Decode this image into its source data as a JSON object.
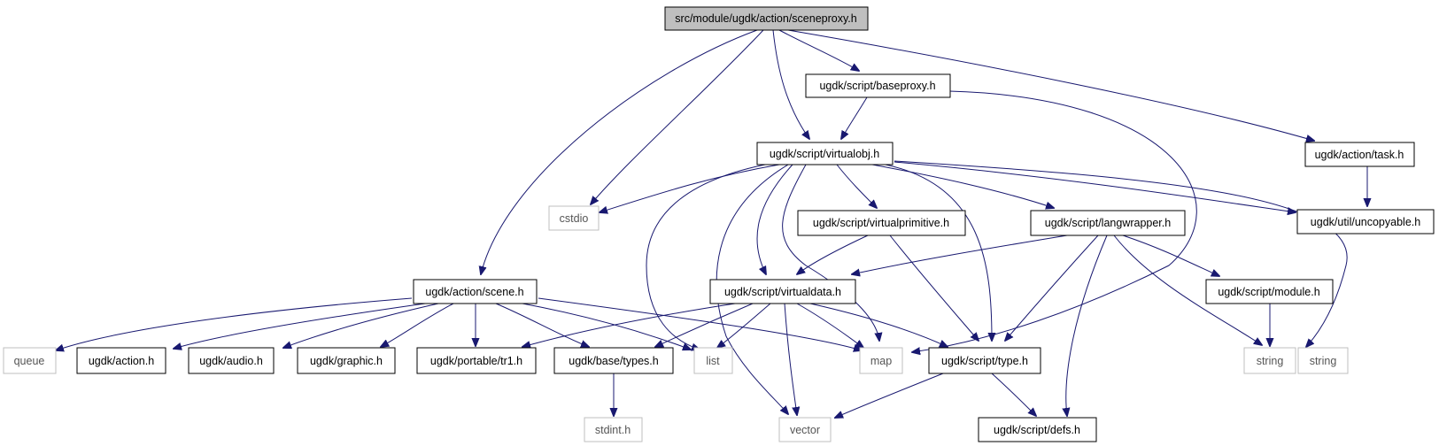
{
  "diagram": {
    "colors": {
      "edge": "#191970",
      "root_fill": "#bfbfbf",
      "internal_border": "#000000",
      "external_border": "#bfbfbf"
    },
    "nodes": {
      "root": "src/module/ugdk/action/sceneproxy.h",
      "baseproxy": "ugdk/script/baseproxy.h",
      "task": "ugdk/action/task.h",
      "virtualobj": "ugdk/script/virtualobj.h",
      "cstdio": "cstdio",
      "virtualprimitive": "ugdk/script/virtualprimitive.h",
      "langwrapper": "ugdk/script/langwrapper.h",
      "uncopyable": "ugdk/util/uncopyable.h",
      "scene": "ugdk/action/scene.h",
      "virtualdata": "ugdk/script/virtualdata.h",
      "module": "ugdk/script/module.h",
      "queue": "queue",
      "action": "ugdk/action.h",
      "audio": "ugdk/audio.h",
      "graphic": "ugdk/graphic.h",
      "tr1": "ugdk/portable/tr1.h",
      "types": "ugdk/base/types.h",
      "list": "list",
      "map": "map",
      "type": "ugdk/script/type.h",
      "string1": "string",
      "string2": "string",
      "stdint": "stdint.h",
      "vector": "vector",
      "defs": "ugdk/script/defs.h"
    }
  }
}
